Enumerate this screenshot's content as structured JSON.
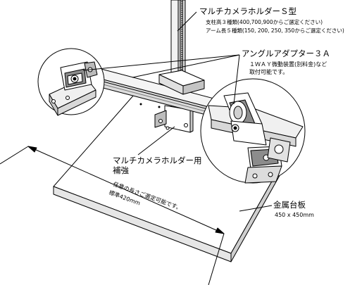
{
  "labels": {
    "holder_title": "マルチカメラホルダーＳ型",
    "holder_line1": "支柱高３種類(400,700,900からご選定ください)",
    "holder_line2": "アーム長５種類(150, 200, 250, 350からご選定ください)",
    "adapter_title": "アングルアダプター３Ａ",
    "adapter_line1": "１ＷＡＹ微動装置(別料金)など",
    "adapter_line2": "取付可能です。",
    "reinforcement_line1": "マルチカメラホルダー用",
    "reinforcement_line2": "補強",
    "length_line1": "任意の長さご選定可能です。",
    "length_line2": "標準420mm",
    "base_title": "金属台板",
    "base_size": "450 x 450mm"
  },
  "colors": {
    "line": "#000000",
    "fill": "#ffffff",
    "shade": "#d9d9d9",
    "dark": "#8c8c8c"
  }
}
